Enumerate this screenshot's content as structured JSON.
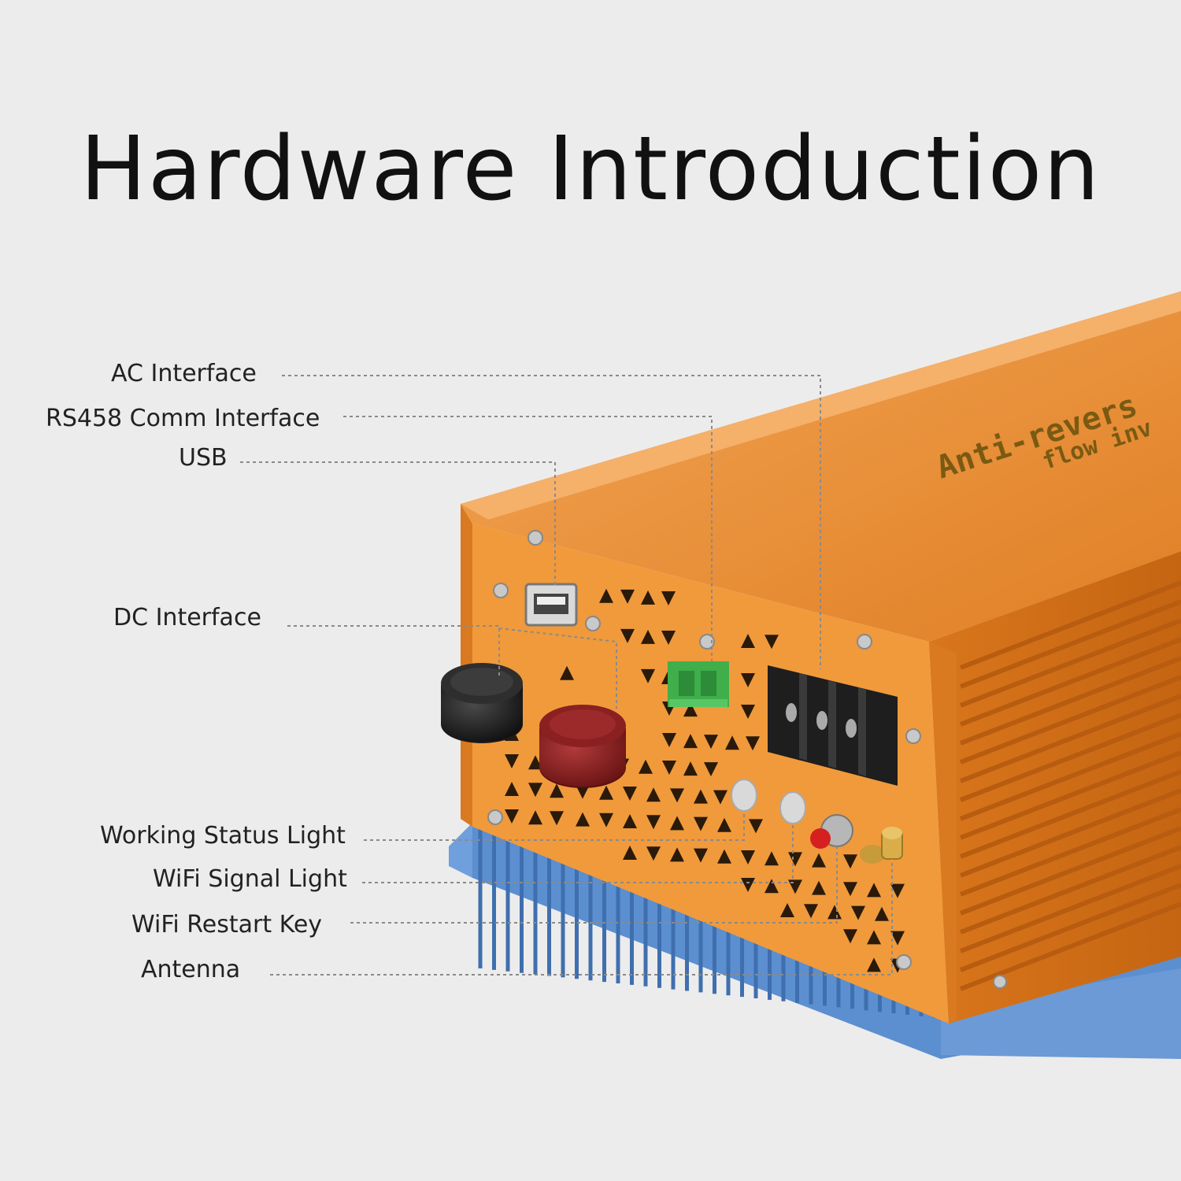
{
  "title": "Hardware Introduction",
  "product_text": [
    "Anti-revers",
    "flow inv"
  ],
  "labels": {
    "ac_interface": "AC Interface",
    "rs458_comm_interface": "RS458 Comm Interface",
    "usb": "USB",
    "dc_interface": "DC Interface",
    "working_status_light": "Working Status Light",
    "wifi_signal_light": "WiFi Signal Light",
    "wifi_restart_key": "WiFi Restart Key",
    "antenna": "Antenna"
  },
  "colors": {
    "body_orange": "#e8892e",
    "panel_orange": "#f09a3c",
    "heatsink_blue": "#5b8fd0",
    "terminal_black": "#1e1e1e",
    "terminal_red": "#8b2020",
    "connector_green": "#3fae4b",
    "leader_gray": "#8a8a8a"
  }
}
